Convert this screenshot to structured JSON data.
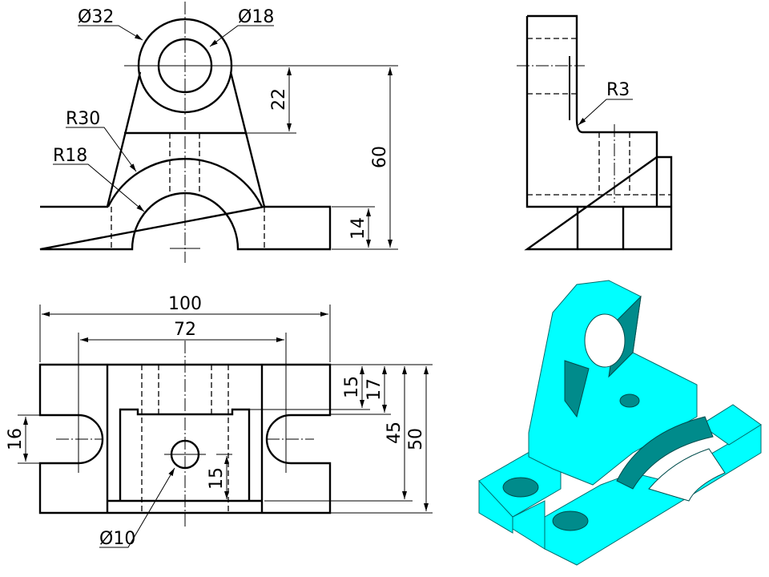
{
  "front_view": {
    "dim_outer_dia": "Ø32",
    "dim_hole_dia": "Ø18",
    "dim_r30": "R30",
    "dim_r18": "R18",
    "dim_22": "22",
    "dim_60": "60",
    "dim_14": "14"
  },
  "side_view": {
    "dim_r3": "R3"
  },
  "top_view": {
    "dim_100": "100",
    "dim_72": "72",
    "dim_16": "16",
    "dim_15_top": "15",
    "dim_17": "17",
    "dim_45": "45",
    "dim_50": "50",
    "dim_15_hole": "15",
    "dim_hole_dia": "Ø10"
  },
  "colors": {
    "model": "#00ffff",
    "model_shadow": "#008b8b"
  }
}
